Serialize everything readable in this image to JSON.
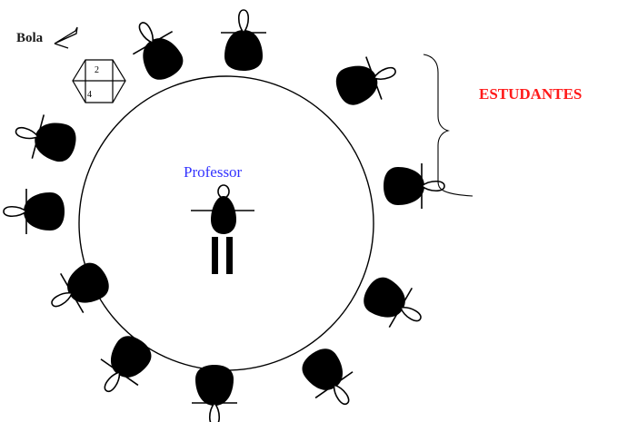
{
  "labels": {
    "ball": "Bola",
    "teacher": "Professor",
    "students": "ESTUDANTES"
  },
  "die": {
    "face_top": "2",
    "face_bottom": "4"
  },
  "colors": {
    "teacher_label": "#3333ff",
    "students_label": "#ff1a1a",
    "figure": "#000000"
  },
  "icons": {
    "student": "student-figure-icon",
    "teacher": "teacher-figure-icon",
    "ball": "ball-stick-icon",
    "die": "die-icon"
  }
}
